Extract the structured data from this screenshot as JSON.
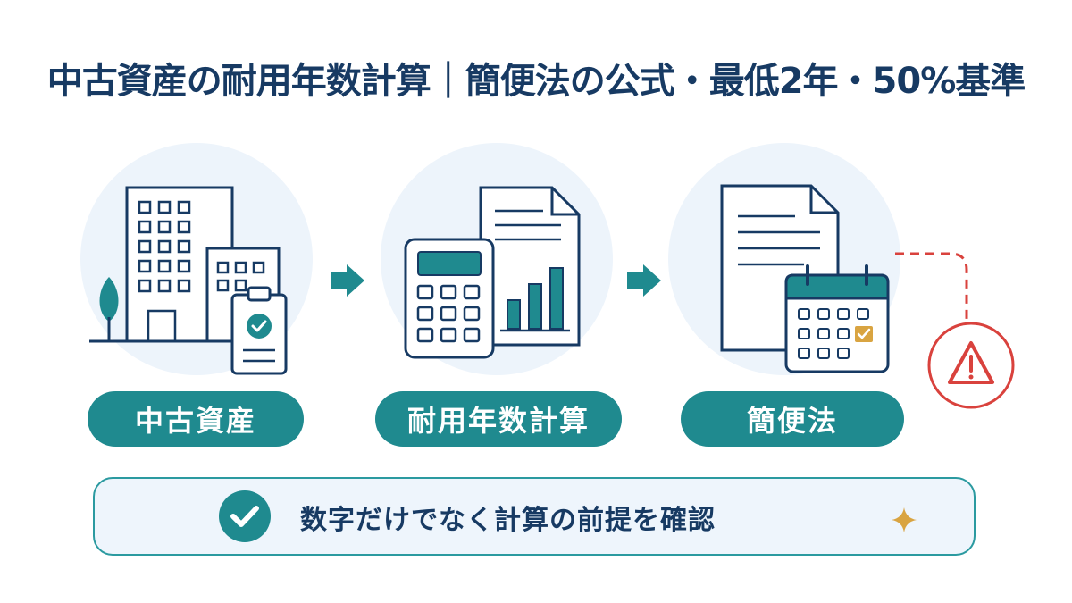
{
  "title": "中古資産の耐用年数計算｜簡便法の公式・最低2年・50%基準",
  "steps": [
    {
      "label": "中古資産",
      "icon": "buildings-with-clipboard-icon"
    },
    {
      "label": "耐用年数計算",
      "icon": "calculator-with-report-icon"
    },
    {
      "label": "簡便法",
      "icon": "document-with-calendar-icon"
    }
  ],
  "bottom_message": "数字だけでなく計算の前提を確認",
  "icons": {
    "arrow": "arrow-right-icon",
    "check": "check-circle-icon",
    "warning": "warning-icon",
    "sparkle": "sparkle-icon"
  },
  "colors": {
    "navy": "#173a63",
    "teal": "#1f8a8f",
    "light_blue": "#edf4fb",
    "warning_red": "#d9423d",
    "gold": "#d9a441"
  }
}
